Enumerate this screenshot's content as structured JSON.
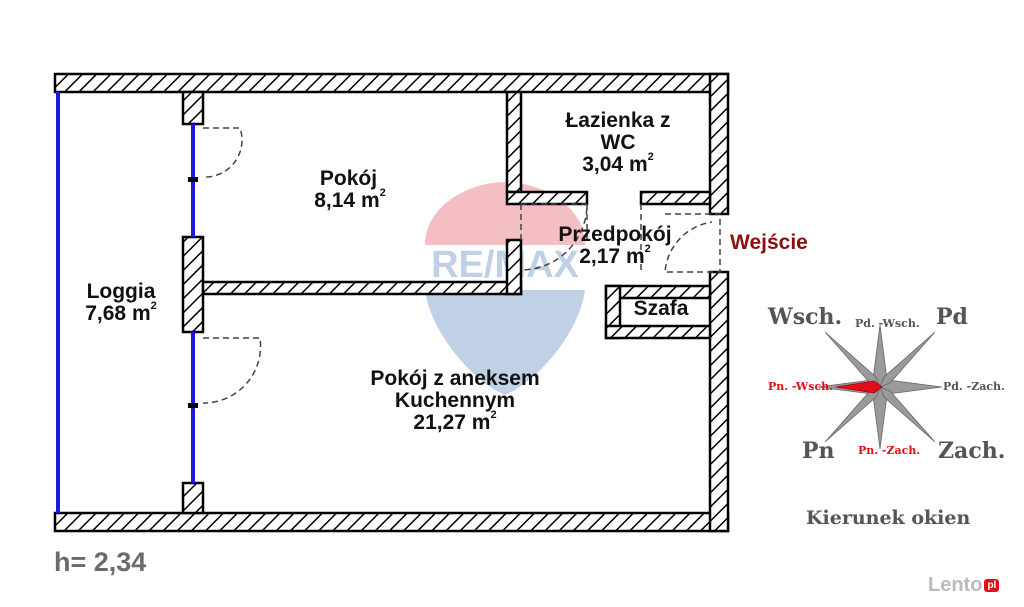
{
  "rooms": [
    {
      "id": "loggia",
      "name": "Loggia",
      "area": "7,68 m",
      "sup": "2"
    },
    {
      "id": "pokoj",
      "name": "Pokój",
      "area": "8,14 m",
      "sup": "2"
    },
    {
      "id": "lazienka",
      "name": "Łazienka z WC",
      "area": "3,04 m",
      "sup": "2"
    },
    {
      "id": "przedpokoj",
      "name": "Przedpokój",
      "area": "2,17 m",
      "sup": "2"
    },
    {
      "id": "szafa",
      "name": "Szafa"
    },
    {
      "id": "pokoj_aneks",
      "name_line1": "Pokój z aneksem",
      "name_line2": "Kuchennym",
      "area": "21,27 m",
      "sup": "2"
    }
  ],
  "entrance_label": "Wejście",
  "height_label": "h= 2,34",
  "watermark": "RE/MAX",
  "compass": {
    "title": "Kierunek okien",
    "labels": {
      "wsch": "Wsch.",
      "pd": "Pd",
      "pn": "Pn",
      "zach": "Zach.",
      "pd_wsch": "Pd. -Wsch.",
      "pd_zach": "Pd. -Zach.",
      "pn_wsch": "Pn. -Wsch.",
      "pn_zach": "Pn. -Zach."
    },
    "highlighted": "Pn. -Wsch.",
    "highlight_color": "#e0101a",
    "star_color": "#8a8a8a"
  },
  "brand": {
    "name": "Lento",
    "suffix": "pl"
  },
  "colors": {
    "window": "#1a1ae0",
    "wall_hatch": "#000000",
    "entrance": "#8b0f0f"
  }
}
